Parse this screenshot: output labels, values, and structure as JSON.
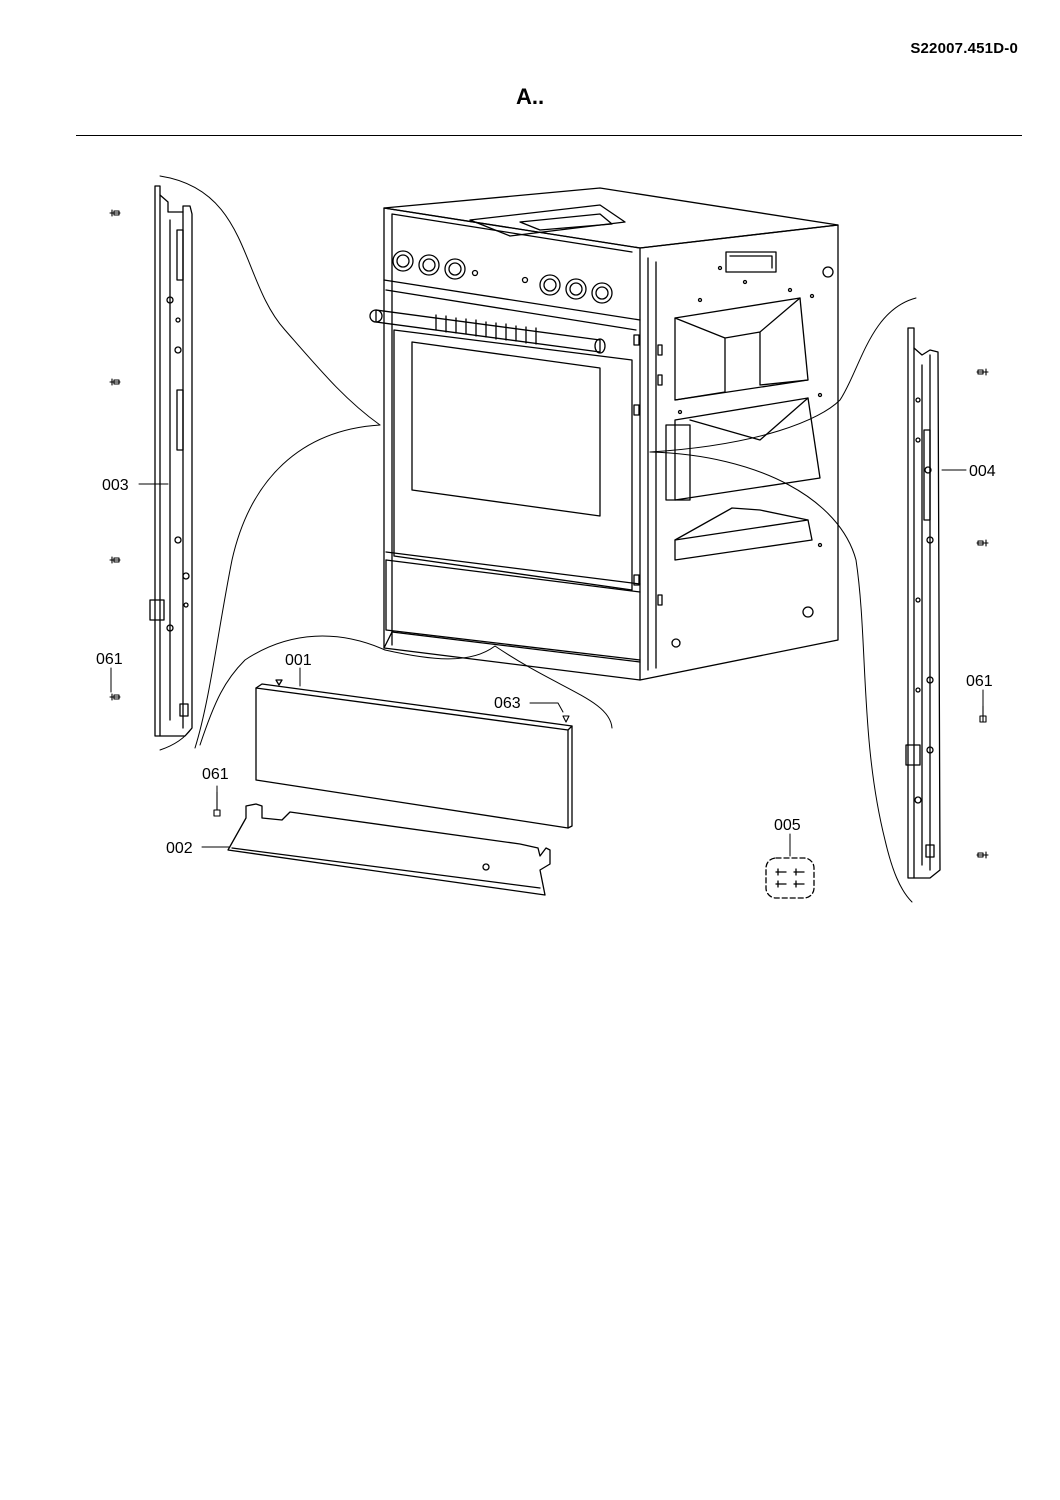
{
  "header": {
    "doc_code": "S22007.451D-0",
    "section_title": "A.."
  },
  "diagram": {
    "parts": [
      {
        "id": "003",
        "label": "003"
      },
      {
        "id": "004",
        "label": "004"
      },
      {
        "id": "061a",
        "label": "061"
      },
      {
        "id": "061b",
        "label": "061"
      },
      {
        "id": "061c",
        "label": "061"
      },
      {
        "id": "001",
        "label": "001"
      },
      {
        "id": "063",
        "label": "063"
      },
      {
        "id": "002",
        "label": "002"
      },
      {
        "id": "005",
        "label": "005"
      }
    ]
  }
}
